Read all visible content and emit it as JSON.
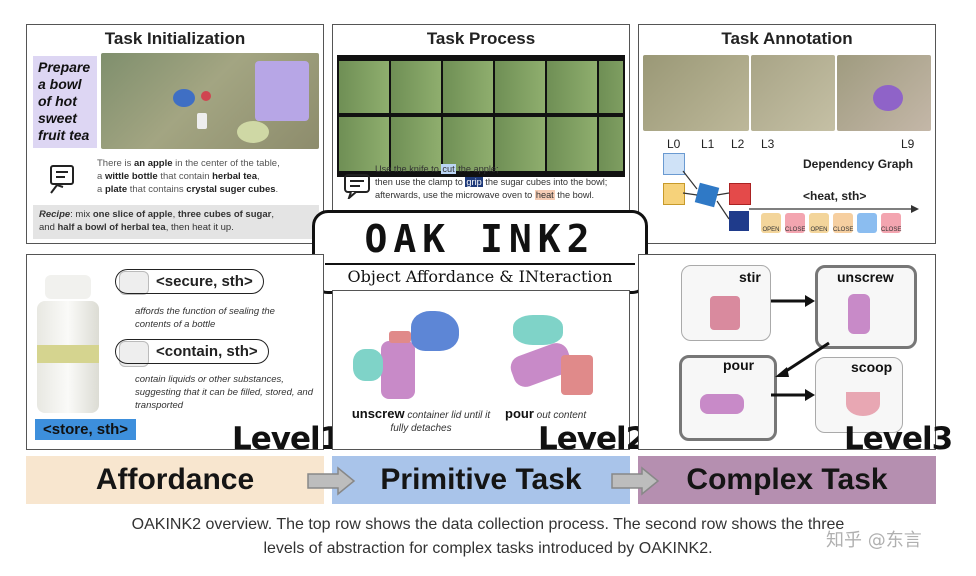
{
  "panels": {
    "init": {
      "title": "Task Initialization",
      "goal": "Prepare a bowl of hot sweet fruit tea",
      "desc_1": "There is ",
      "desc_apple": "an apple",
      "desc_2": " in the center of the table,",
      "desc_3": "a ",
      "desc_bottle": "wittle bottle",
      "desc_4": " that contain ",
      "desc_tea": "herbal tea",
      "desc_5": ",",
      "desc_6": "a ",
      "desc_plate": "plate",
      "desc_7": " that contains ",
      "desc_sugar": "crystal suger cubes",
      "desc_8": ".",
      "recipe_label": "Recipe",
      "recipe_1": ": mix ",
      "recipe_slice": "one slice of apple",
      "recipe_2": ", ",
      "recipe_cubes": "three cubes of sugar",
      "recipe_3": ",",
      "recipe_4": "and ",
      "recipe_half": "half a bowl of herbal tea",
      "recipe_5": ", then heat it up."
    },
    "process": {
      "title": "Task Process",
      "t1": "Use the knife to ",
      "cut": "cut",
      "t2": " the apple;",
      "t3": "then use the clamp to ",
      "grip": "grip",
      "t4": " the sugar cubes into the bowl;",
      "t5": "afterwards, use the microwave oven to ",
      "heat": "heat",
      "t6": " the bowl."
    },
    "annotation": {
      "title": "Task Annotation",
      "levels": [
        "L0",
        "L1",
        "L2",
        "L3",
        "L9"
      ],
      "graph_title": "Dependency Graph",
      "heat_tag": "<heat, sth>",
      "icon_labels": [
        "OPEN",
        "CLOSE",
        "OPEN",
        "CLOSE",
        "CLOSE"
      ]
    }
  },
  "affordance": {
    "secure_tag": "<secure, sth>",
    "secure_desc": "affords the function of sealing the contents of a bottle",
    "contain_tag": "<contain, sth>",
    "contain_desc": "contain liquids or other substances, suggesting that it can be filled, stored, and transported",
    "store_tag": "<store, sth>",
    "level": "Level1",
    "band": "Affordance"
  },
  "primitive": {
    "unscrew_label": "unscrew",
    "unscrew_desc": " container lid until it fully detaches",
    "pour_label": "pour",
    "pour_desc": " out content",
    "level": "Level2",
    "band": "Primitive Task"
  },
  "complex": {
    "stir": "stir",
    "unscrew": "unscrew",
    "pour": "pour",
    "scoop": "scoop",
    "level": "Level3",
    "band": "Complex Task"
  },
  "logo": {
    "title": "OAK INK2",
    "subtitle": "Object Affordance & INteraction"
  },
  "caption": {
    "line1": "OAKINK2 overview. The top row shows the data collection process. The second row shows the three",
    "line2": "levels of abstraction for complex tasks introduced by OAKINK2."
  },
  "watermark": "知乎 @东言",
  "colors": {
    "affordance_band": "#f8e6cf",
    "primitive_band": "#a9c4ea",
    "complex_band": "#b58fb0",
    "store_tag": "#3d8fdc",
    "goal_bg": "#ddd6f3",
    "recipe_bg": "#e4e4e4"
  }
}
